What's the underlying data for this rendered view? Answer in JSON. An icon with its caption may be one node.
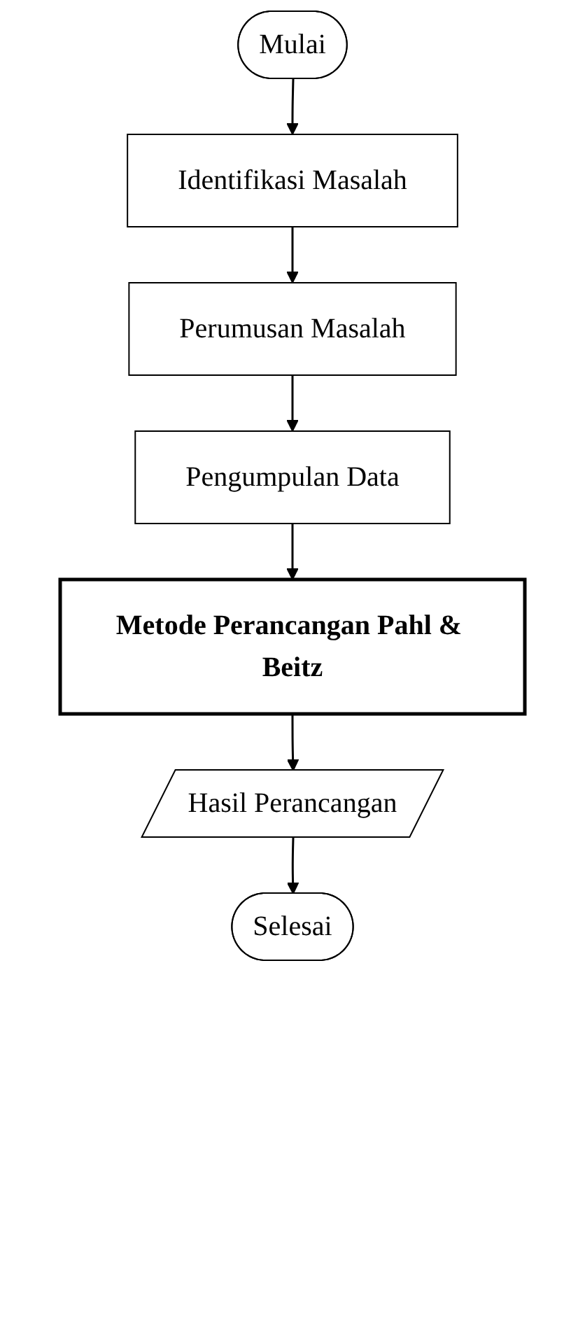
{
  "diagram": {
    "nodes": [
      {
        "text": [
          "Mulai"
        ]
      },
      {
        "text": [
          "Identifikasi Masalah"
        ]
      },
      {
        "text": [
          "Perumusan Masalah"
        ]
      },
      {
        "text": [
          "Pengumpulan Data"
        ]
      },
      {
        "text": [
          "Metode Perancangan Pahl & Beitz"
        ]
      },
      {
        "text": [
          "Hasil Perancangan"
        ]
      },
      {
        "text": [
          "Selesai"
        ]
      }
    ],
    "edges": [
      {
        "from": 0,
        "to": 1,
        "arrow": "to"
      },
      {
        "from": 1,
        "to": 2,
        "arrow": "to"
      },
      {
        "from": 2,
        "to": 3,
        "arrow": "to"
      },
      {
        "from": 3,
        "to": 4,
        "arrow": "to"
      },
      {
        "from": 4,
        "to": 5,
        "arrow": "to"
      },
      {
        "from": 5,
        "to": 6,
        "arrow": "to"
      }
    ]
  }
}
